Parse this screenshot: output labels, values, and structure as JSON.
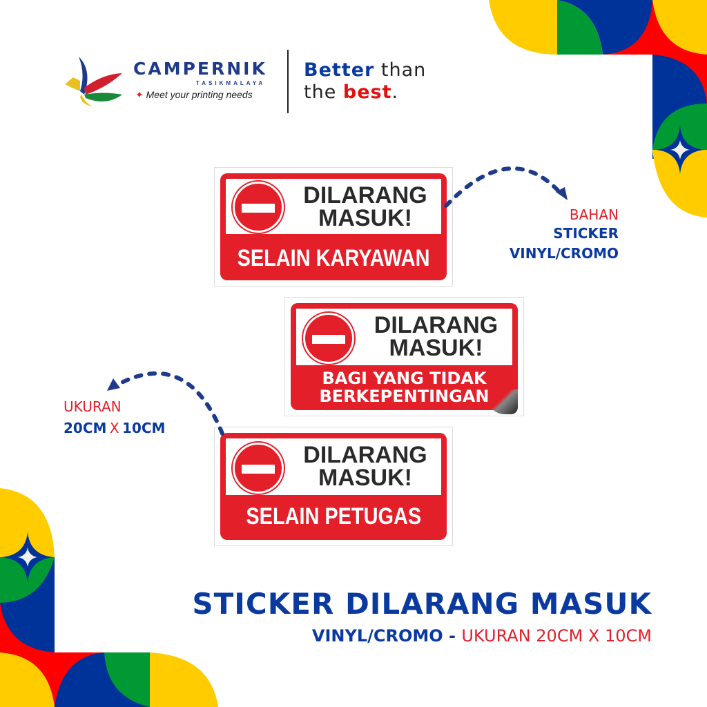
{
  "colors": {
    "brand_blue": "#0a3aa0",
    "accent_red": "#e3202a",
    "yellow": "#ffcc00",
    "green": "#009933",
    "deco_red": "#ff0000",
    "deco_blue": "#003399"
  },
  "logo": {
    "name": "CAMPERNIK",
    "location": "TASIKMALAYA",
    "tagline": "Meet your printing needs",
    "icon": "bird-logo-icon"
  },
  "slogan": {
    "part1": "Better",
    "part2": " than",
    "part3": "the ",
    "part4": "best",
    "part5": "."
  },
  "signs": [
    {
      "line1": "DILARANG",
      "line2": "MASUK!",
      "bottom": "SELAIN KARYAWAN"
    },
    {
      "line1": "DILARANG",
      "line2": "MASUK!",
      "bottom1": "BAGI YANG TIDAK",
      "bottom2": "BERKEPENTINGAN"
    },
    {
      "line1": "DILARANG",
      "line2": "MASUK!",
      "bottom": "SELAIN PETUGAS"
    }
  ],
  "material": {
    "label": "BAHAN",
    "line1": "STICKER",
    "line2": "VINYL/CROMO"
  },
  "size": {
    "label": "UKURAN",
    "w": "20CM",
    "x": "X",
    "h": "10CM"
  },
  "footer": {
    "title": "STICKER DILARANG MASUK",
    "sub_blue": "VINYL/CROMO - ",
    "sub_red": "UKURAN 20CM X 10CM"
  }
}
